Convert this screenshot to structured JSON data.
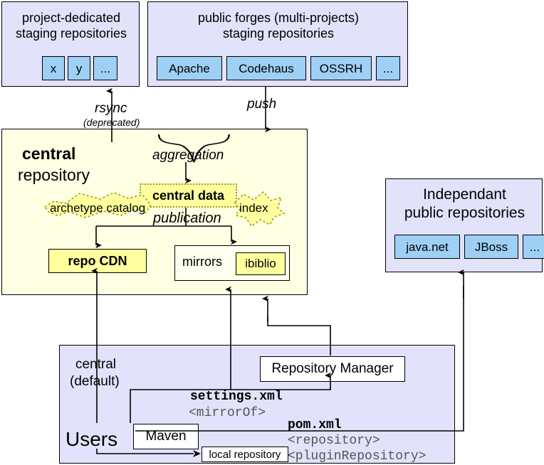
{
  "diagram": {
    "title": "Maven central repository publication and consumption flow",
    "colors": {
      "panel_lavender": "#e2e2fb",
      "panel_cream": "#ffffe4",
      "chip_blue": "#9ed0f5",
      "box_yellow": "#ffff9e",
      "box_white": "#fffff0",
      "stroke": "#000000",
      "dashed_stroke": "#8a8a30"
    }
  },
  "staging_project": {
    "title_line1": "project-dedicated",
    "title_line2": "staging repositories",
    "chips": [
      "x",
      "y",
      "..."
    ]
  },
  "staging_forges": {
    "title_line1": "public forges (multi-projects)",
    "title_line2": "staging repositories",
    "chips": [
      "Apache",
      "Codehaus",
      "OSSRH",
      "..."
    ]
  },
  "edges": {
    "rsync_label": "rsync",
    "rsync_note": "(deprecated)",
    "push_label": "push",
    "aggregation_label": "aggregation",
    "publication_label": "publication"
  },
  "central": {
    "title_bold": "central",
    "title_rest": "repository",
    "central_data": "central data",
    "archetype_catalog": "archetype catalog",
    "index": "index",
    "repo_cdn": "repo CDN",
    "mirrors": "mirrors",
    "ibiblio": "ibiblio"
  },
  "independant": {
    "title_line1": "Independant",
    "title_line2": "public repositories",
    "chips": [
      "java.net",
      "JBoss",
      "..."
    ]
  },
  "users": {
    "panel_label": "Users",
    "central_default_line1": "central",
    "central_default_line2": "(default)",
    "repository_manager": "Repository Manager",
    "maven": "Maven",
    "local_repository": "local repository",
    "settings_xml": "settings.xml",
    "mirror_of": "<mirrorOf>",
    "pom_xml": "pom.xml",
    "repository_tag": "<repository>",
    "plugin_repository_tag": "<pluginRepository>"
  }
}
